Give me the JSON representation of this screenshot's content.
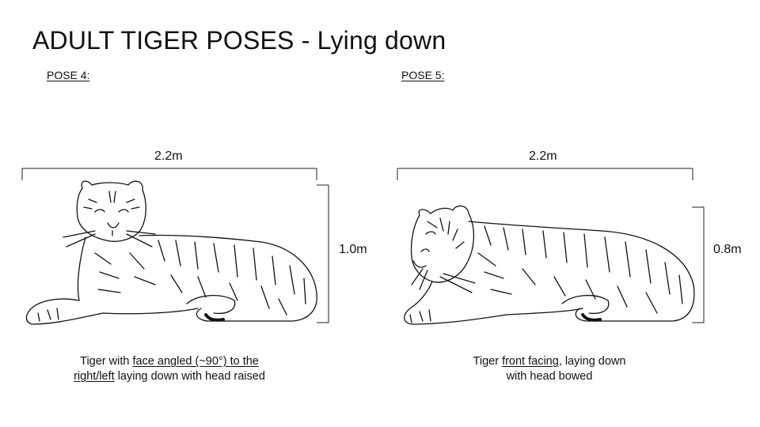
{
  "title": "ADULT TIGER POSES - Lying down",
  "poses": [
    {
      "label": "POSE 4:",
      "width": "2.2m",
      "height": "1.0m",
      "caption": {
        "line1_pre": "Tiger with ",
        "line1_u": "face angled (~90°) to the",
        "line2_u": "right/left",
        "line2_post": " laying down with head raised"
      }
    },
    {
      "label": "POSE 5:",
      "width": "2.2m",
      "height": "0.8m",
      "caption": {
        "line1_pre": "Tiger ",
        "line1_u": "front facing",
        "line1_post": ", laying down",
        "line2": "with head bowed"
      }
    }
  ]
}
